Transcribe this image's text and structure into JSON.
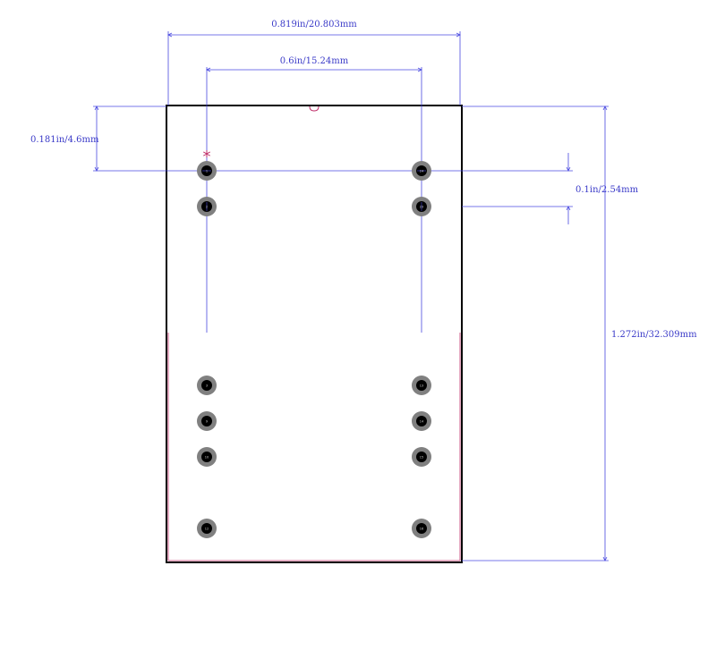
{
  "dimensions": {
    "overall_width": "0.819in/20.803mm",
    "row_spacing": "0.6in/15.24mm",
    "top_offset": "0.181in/4.6mm",
    "pin_pitch": "0.1in/2.54mm",
    "overall_height": "1.272in/32.309mm"
  },
  "pin1_marker": "*",
  "pins": {
    "left": [
      "1",
      "2",
      "3",
      "9",
      "10",
      "12"
    ],
    "right": [
      "24",
      "23",
      "13",
      "14",
      "15",
      "16"
    ]
  },
  "colors": {
    "outline": "#000000",
    "dimension": "#4a4ae0",
    "marker": "#c0306a",
    "pad_ring": "#808080",
    "pad_hole": "#000000"
  }
}
